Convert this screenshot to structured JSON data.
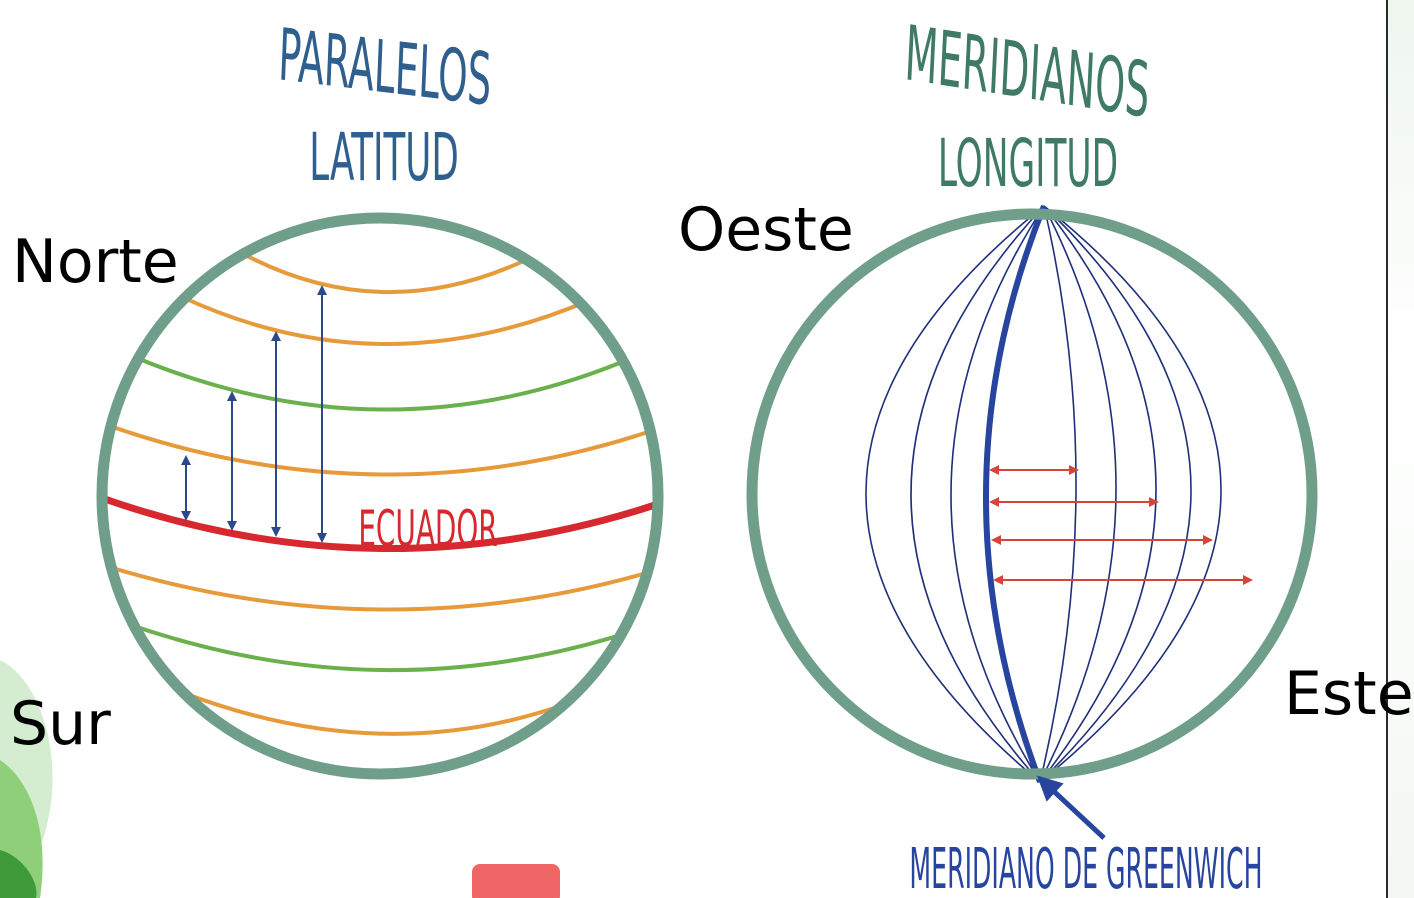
{
  "colors": {
    "globe_outline": "#6f9e8b",
    "tropic_orange": "#e69a3a",
    "polar_green": "#6ab04c",
    "equator_red": "#d6282e",
    "latitude_title_blue": "#2f5f8f",
    "longitude_title_green": "#3f7a66",
    "meridian_blue": "#1f2f7a",
    "greenwich_blue": "#27459e",
    "arrow_blue": "#2c4a8a",
    "arrow_red": "#d9443a"
  },
  "left_globe": {
    "title": "PARALELOS",
    "subtitle": "LATITUD",
    "equator_label": "ECUADOR"
  },
  "right_globe": {
    "title": "MERIDIANOS",
    "subtitle": "LONGITUD",
    "greenwich_label": "MERIDIANO DE GREENWICH"
  },
  "direction_labels": {
    "north": "Norte",
    "south": "Sur",
    "west": "Oeste",
    "east": "Este"
  }
}
